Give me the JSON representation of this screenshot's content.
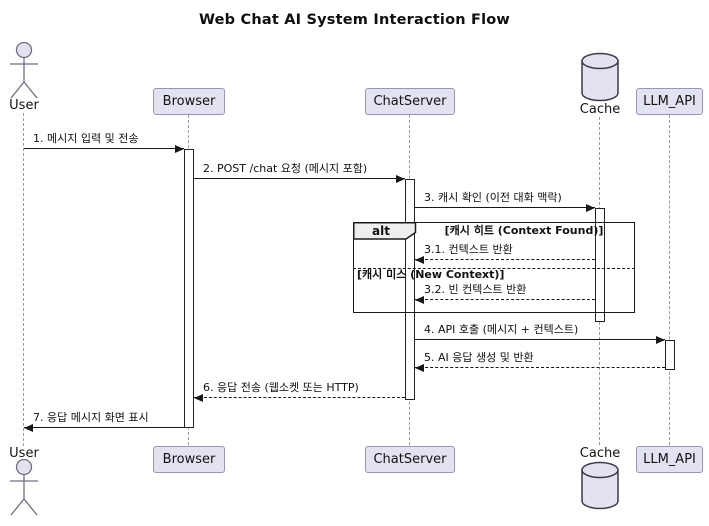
{
  "diagram": {
    "type": "uml-sequence-diagram",
    "title": "Web Chat AI System Interaction Flow"
  },
  "participants": [
    {
      "id": "user",
      "label": "User",
      "kind": "actor"
    },
    {
      "id": "browser",
      "label": "Browser",
      "kind": "participant"
    },
    {
      "id": "chatserver",
      "label": "ChatServer",
      "kind": "participant"
    },
    {
      "id": "cache",
      "label": "Cache",
      "kind": "database"
    },
    {
      "id": "llm_api",
      "label": "LLM_API",
      "kind": "participant"
    }
  ],
  "messages": [
    {
      "no": "1",
      "text": "1. 메시지 입력 및 전송",
      "from": "User",
      "to": "Browser",
      "line": "solid"
    },
    {
      "no": "2",
      "text": "2. POST /chat 요청 (메시지 포함)",
      "from": "Browser",
      "to": "ChatServer",
      "line": "solid"
    },
    {
      "no": "3",
      "text": "3. 캐시 확인 (이전 대화 맥락)",
      "from": "ChatServer",
      "to": "Cache",
      "line": "solid"
    },
    {
      "no": "3.1",
      "text": "3.1. 컨텍스트 반환",
      "from": "Cache",
      "to": "ChatServer",
      "line": "dashed"
    },
    {
      "no": "3.2",
      "text": "3.2. 빈 컨텍스트 반환",
      "from": "Cache",
      "to": "ChatServer",
      "line": "dashed"
    },
    {
      "no": "4",
      "text": "4. API 호출 (메시지 + 컨텍스트)",
      "from": "ChatServer",
      "to": "LLM_API",
      "line": "solid"
    },
    {
      "no": "5",
      "text": "5. AI 응답 생성 및 반환",
      "from": "LLM_API",
      "to": "ChatServer",
      "line": "dashed"
    },
    {
      "no": "6",
      "text": "6. 응답 전송 (웹소켓 또는 HTTP)",
      "from": "ChatServer",
      "to": "Browser",
      "line": "dashed"
    },
    {
      "no": "7",
      "text": "7. 응답 메시지 화면 표시",
      "from": "Browser",
      "to": "User",
      "line": "solid"
    }
  ],
  "alt": {
    "operator": "alt",
    "condition_hit": "[캐시 히트 (Context Found)]",
    "condition_miss": "[캐시 미스 (New Context)]"
  },
  "colors": {
    "participant_fill": "#E2E2F0",
    "participant_border": "#9797B5",
    "frame_border": "#1B1B1B",
    "lifeline": "#9A9A9A",
    "alt_header_fill": "#EEEEEE",
    "arrow": "#181818",
    "background": "#FFFFFF"
  }
}
